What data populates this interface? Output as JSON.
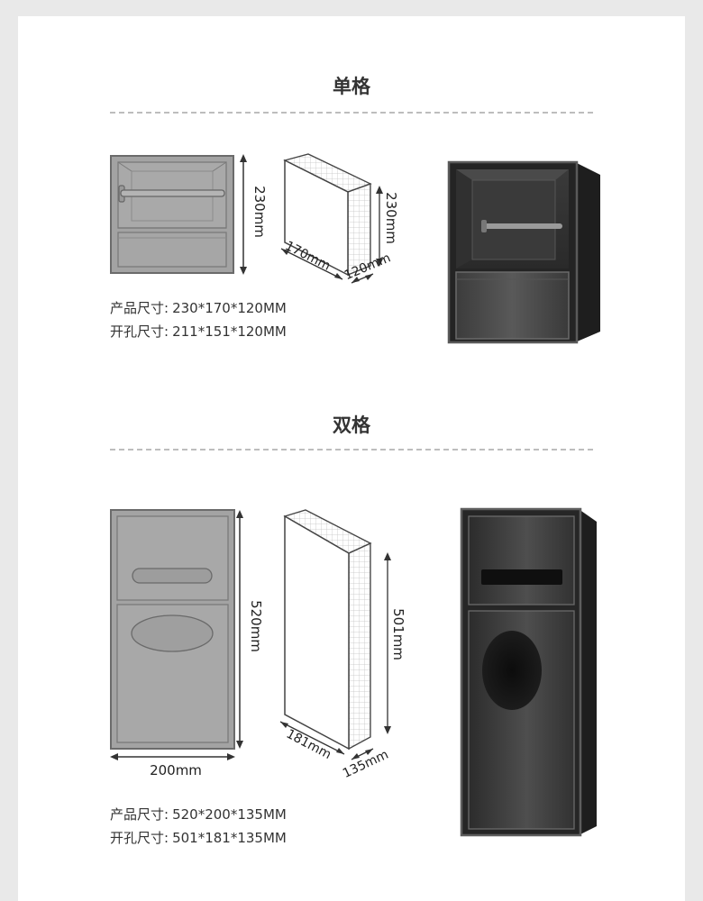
{
  "sections": [
    {
      "title": "单格",
      "front_height_label": "230mm",
      "box_height_label": "230mm",
      "box_width_label": "170mm",
      "box_depth_label": "120mm",
      "specs": [
        {
          "label": "产品尺寸:",
          "value": "230*170*120MM"
        },
        {
          "label": "开孔尺寸:",
          "value": "211*151*120MM"
        }
      ]
    },
    {
      "title": "双格",
      "front_height_label": "520mm",
      "front_width_label": "200mm",
      "box_height_label": "501mm",
      "box_width_label": "181mm",
      "box_depth_label": "135mm",
      "specs": [
        {
          "label": "产品尺寸:",
          "value": "520*200*135MM"
        },
        {
          "label": "开孔尺寸:",
          "value": "501*181*135MM"
        }
      ]
    }
  ],
  "colors": {
    "drawing_fill": "#a3a3a3",
    "drawing_stroke": "#6b6b6b",
    "product_body": "#2e2e2e",
    "product_frame": "#6a6a6a"
  }
}
